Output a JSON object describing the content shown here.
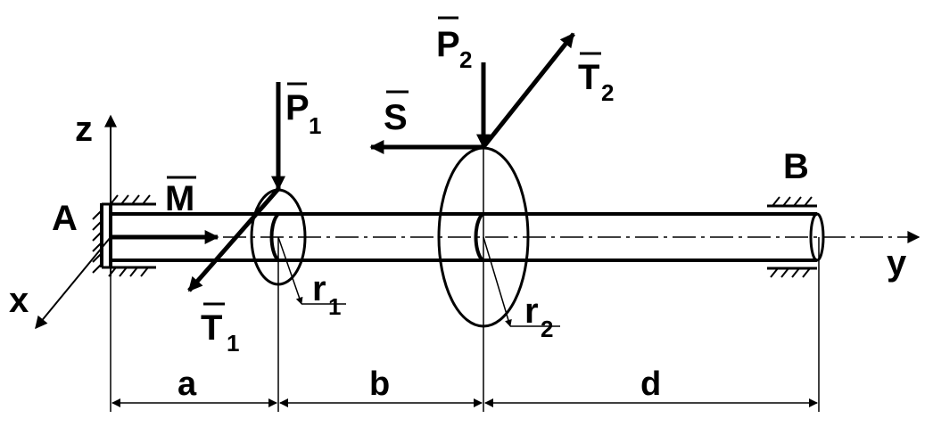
{
  "labels": {
    "support_a": "A",
    "support_b": "B",
    "axis_x": "x",
    "axis_y": "y",
    "axis_z": "z",
    "moment": "M",
    "force_p1": "P",
    "force_p1_sub": "1",
    "force_p2": "P",
    "force_p2_sub": "2",
    "force_t1": "T",
    "force_t1_sub": "1",
    "force_t2": "T",
    "force_t2_sub": "2",
    "force_s": "S",
    "radius_1": "r",
    "radius_1_sub": "1",
    "radius_2": "r",
    "radius_2_sub": "2"
  },
  "dimensions": {
    "a": "a",
    "b": "b",
    "d": "d"
  },
  "colors": {
    "ink": "#000000",
    "background": "#ffffff"
  }
}
